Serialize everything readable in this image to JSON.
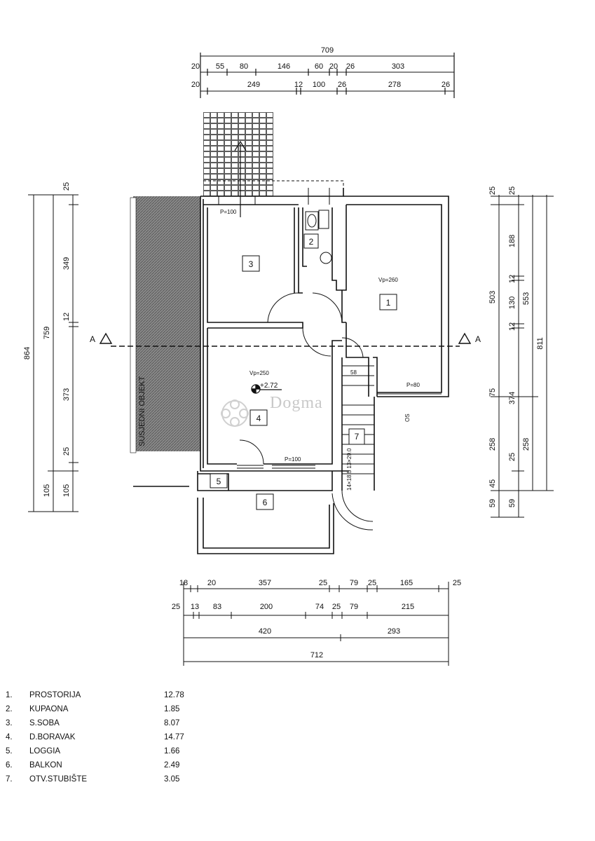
{
  "dimensions": {
    "top_total": "709",
    "top_row1": [
      "20",
      "55",
      "80",
      "146",
      "60",
      "20",
      "26",
      "303"
    ],
    "top_row2": [
      "20",
      "249",
      "12",
      "100",
      "26",
      "278",
      "26"
    ],
    "bottom_row1": [
      "18",
      "20",
      "357",
      "25",
      "79",
      "25",
      "165",
      "25"
    ],
    "bottom_row2": [
      "25",
      "13",
      "83",
      "200",
      "74",
      "25",
      "79",
      "215"
    ],
    "bottom_row3": [
      "420",
      "293"
    ],
    "bottom_total": "712",
    "left_outer": "864",
    "left_mid": [
      "759",
      "105"
    ],
    "left_inner": [
      "25",
      "349",
      "12",
      "373",
      "25",
      "105"
    ],
    "right_outer": "811",
    "right_mid": [
      "25",
      "503",
      "258",
      "45",
      "59"
    ],
    "right_inner": [
      "25",
      "188",
      "12",
      "130",
      "12",
      "374",
      "25",
      "258",
      "59"
    ],
    "right_553": "553",
    "right_75": "75"
  },
  "section_marks": {
    "left": "A",
    "right": "A"
  },
  "neighbor_label": "SUSJEDNI OBJEKT",
  "room_tags": {
    "r1": "1",
    "r2": "2",
    "r3": "3",
    "r4": "4",
    "r5": "5",
    "r6": "6",
    "r7": "7"
  },
  "annotations": {
    "vp_room1": "Vp=260",
    "vp_room4": "Vp=250",
    "level_room4": "+2.72",
    "p100_room3": "P=100",
    "p100_room4": "P=100",
    "p80_room1": "P=80",
    "stair_note": "14×18.5 13×29.0",
    "small_58": "58",
    "small_s": "OS"
  },
  "watermark": "Dogma",
  "legend": [
    {
      "num": "1.",
      "name": "PROSTORIJA",
      "area": "12.78"
    },
    {
      "num": "2.",
      "name": "KUPAONA",
      "area": "1.85"
    },
    {
      "num": "3.",
      "name": "S.SOBA",
      "area": "8.07"
    },
    {
      "num": "4.",
      "name": "D.BORAVAK",
      "area": "14.77"
    },
    {
      "num": "5.",
      "name": "LOGGIA",
      "area": "1.66"
    },
    {
      "num": "6.",
      "name": "BALKON",
      "area": "2.49"
    },
    {
      "num": "7.",
      "name": "OTV.STUBIŠTE",
      "area": "3.05"
    }
  ]
}
